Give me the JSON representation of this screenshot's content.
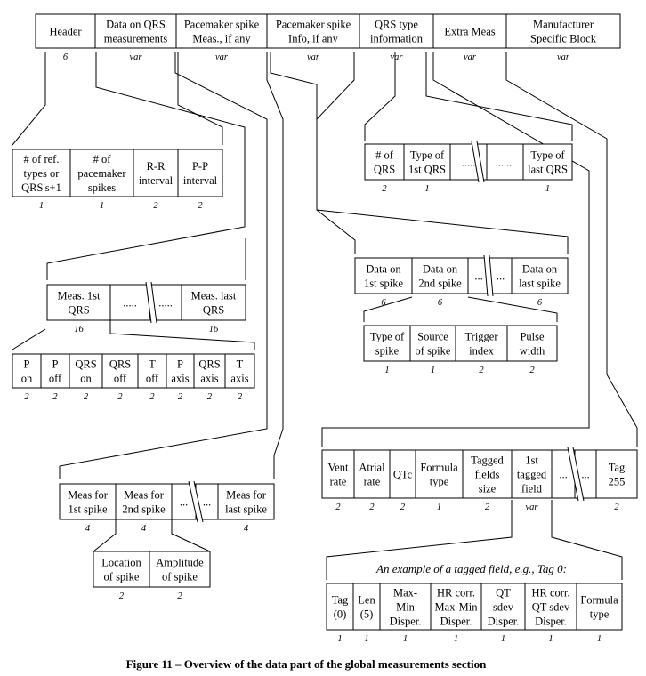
{
  "top_row": {
    "fields": [
      {
        "label": [
          "Header"
        ],
        "size": "6"
      },
      {
        "label": [
          "Data on QRS",
          "measurements"
        ],
        "size": "var"
      },
      {
        "label": [
          "Pacemaker spike",
          "Meas., if any"
        ],
        "size": "var"
      },
      {
        "label": [
          "Pacemaker spike",
          "Info, if any"
        ],
        "size": "var"
      },
      {
        "label": [
          "QRS type",
          "information"
        ],
        "size": "var"
      },
      {
        "label": [
          "Extra Meas"
        ],
        "size": "var"
      },
      {
        "label": [
          "Manufacturer",
          "Specific Block"
        ],
        "size": "var"
      }
    ]
  },
  "qrs_data_block": {
    "fields": [
      {
        "label": [
          "# of ref.",
          "types or",
          "QRS's+1"
        ],
        "size": "1"
      },
      {
        "label": [
          "# of",
          "pacemaker",
          "spikes"
        ],
        "size": "1"
      },
      {
        "label": [
          "R-R",
          "interval"
        ],
        "size": "2"
      },
      {
        "label": [
          "P-P",
          "interval"
        ],
        "size": "2"
      }
    ]
  },
  "qrs_type_info": {
    "fields": [
      {
        "label": [
          "# of",
          "QRS"
        ],
        "size": "2"
      },
      {
        "label": [
          "Type of",
          "1st QRS"
        ],
        "size": "1"
      },
      {
        "label": [
          "....."
        ],
        "size": ""
      },
      {
        "label": [
          "....."
        ],
        "size": ""
      },
      {
        "label": [
          "Type of",
          "last QRS"
        ],
        "size": "1"
      }
    ]
  },
  "meas_qrs": {
    "fields": [
      {
        "label": [
          "Meas. 1st",
          "QRS"
        ],
        "size": "16"
      },
      {
        "label": [
          "....."
        ],
        "size": ""
      },
      {
        "label": [
          "....."
        ],
        "size": ""
      },
      {
        "label": [
          "Meas. last",
          "QRS"
        ],
        "size": "16"
      }
    ]
  },
  "qrs_points": {
    "fields": [
      {
        "label": [
          "P",
          "on"
        ],
        "size": "2"
      },
      {
        "label": [
          "P",
          "off"
        ],
        "size": "2"
      },
      {
        "label": [
          "QRS",
          "on"
        ],
        "size": "2"
      },
      {
        "label": [
          "QRS",
          "off"
        ],
        "size": "2"
      },
      {
        "label": [
          "T",
          "off"
        ],
        "size": "2"
      },
      {
        "label": [
          "P",
          "axis"
        ],
        "size": "2"
      },
      {
        "label": [
          "QRS",
          "axis"
        ],
        "size": "2"
      },
      {
        "label": [
          "T",
          "axis"
        ],
        "size": "2"
      }
    ]
  },
  "spike_info_data": {
    "fields": [
      {
        "label": [
          "Data on",
          "1st spike"
        ],
        "size": "6"
      },
      {
        "label": [
          "Data on",
          "2nd spike"
        ],
        "size": "6"
      },
      {
        "label": [
          "..."
        ],
        "size": ""
      },
      {
        "label": [
          "..."
        ],
        "size": ""
      },
      {
        "label": [
          "Data on",
          "last spike"
        ],
        "size": "6"
      }
    ]
  },
  "spike_info_fields": {
    "fields": [
      {
        "label": [
          "Type of",
          "spike"
        ],
        "size": "1"
      },
      {
        "label": [
          "Source",
          "of spike"
        ],
        "size": "1"
      },
      {
        "label": [
          "Trigger",
          "index"
        ],
        "size": "2"
      },
      {
        "label": [
          "Pulse",
          "width"
        ],
        "size": "2"
      }
    ]
  },
  "spike_meas": {
    "fields": [
      {
        "label": [
          "Meas for",
          "1st spike"
        ],
        "size": "4"
      },
      {
        "label": [
          "Meas for",
          "2nd spike"
        ],
        "size": "4"
      },
      {
        "label": [
          "..."
        ],
        "size": ""
      },
      {
        "label": [
          "..."
        ],
        "size": ""
      },
      {
        "label": [
          "Meas for",
          "last spike"
        ],
        "size": "4"
      }
    ]
  },
  "spike_meas_fields": {
    "fields": [
      {
        "label": [
          "Location",
          "of spike"
        ],
        "size": "2"
      },
      {
        "label": [
          "Amplitude",
          "of spike"
        ],
        "size": "2"
      }
    ]
  },
  "extra_meas": {
    "fields": [
      {
        "label": [
          "Vent",
          "rate"
        ],
        "size": "2"
      },
      {
        "label": [
          "Atrial",
          "rate"
        ],
        "size": "2"
      },
      {
        "label": [
          "QTc"
        ],
        "size": "2"
      },
      {
        "label": [
          "Formula",
          "type"
        ],
        "size": "1"
      },
      {
        "label": [
          "Tagged",
          "fields",
          "size"
        ],
        "size": "2"
      },
      {
        "label": [
          "1st",
          "tagged",
          "field"
        ],
        "size": "var"
      },
      {
        "label": [
          "..."
        ],
        "size": ""
      },
      {
        "label": [
          "..."
        ],
        "size": ""
      },
      {
        "label": [
          "Tag",
          "255"
        ],
        "size": "2"
      }
    ]
  },
  "tagged_example": {
    "title": "An example of a tagged field, e.g., Tag 0:",
    "fields": [
      {
        "label": [
          "Tag",
          "(0)"
        ],
        "size": "1"
      },
      {
        "label": [
          "Len",
          "(5)"
        ],
        "size": "1"
      },
      {
        "label": [
          "Max-",
          "Min",
          "Disper."
        ],
        "size": "1"
      },
      {
        "label": [
          "HR corr.",
          "Max-Min",
          "Disper."
        ],
        "size": "1"
      },
      {
        "label": [
          "QT",
          "sdev",
          "Disper."
        ],
        "size": "1"
      },
      {
        "label": [
          "HR corr.",
          "QT sdev",
          "Disper."
        ],
        "size": "1"
      },
      {
        "label": [
          "Formula",
          "type"
        ],
        "size": "1"
      }
    ]
  },
  "caption": "Figure 11 – Overview of the data part of the global measurements section"
}
